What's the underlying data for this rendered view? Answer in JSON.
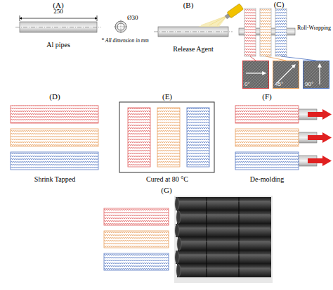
{
  "diagram": {
    "nodes": [
      {
        "text": [
          "0°"
        ]
      },
      {
        "text": [
          "45°"
        ]
      },
      {
        "text": [
          "90°"
        ]
      }
    ],
    "labels": [
      "(A)",
      "250",
      "Ø30",
      "* All dimension in mm",
      "Al pipes",
      "(B)",
      "Release Agent",
      "(C)",
      "Roll-Wrapping",
      "(D)",
      "Shrink Tapped",
      "(E)",
      "Cured at 80 °C",
      "(F)",
      "De-molding",
      "(G)"
    ]
  }
}
